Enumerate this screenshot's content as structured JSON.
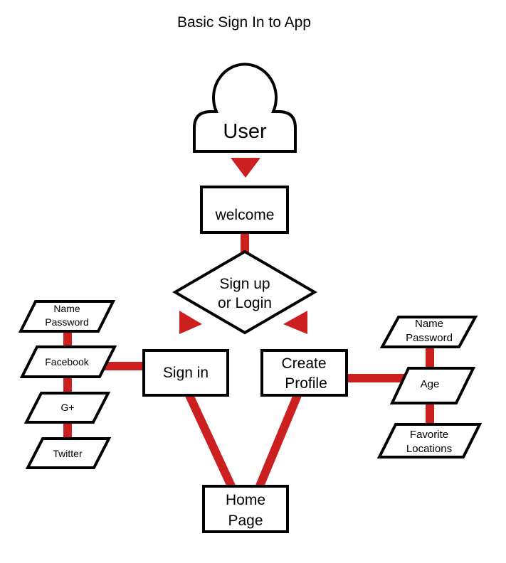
{
  "title": "Basic Sign In to App",
  "colors": {
    "connector": "#cc1f1f",
    "outline": "#000000",
    "fill": "#ffffff"
  },
  "nodes": {
    "user": "User",
    "welcome": "welcome",
    "decision": [
      "Sign up",
      "or Login"
    ],
    "sign_in": "Sign in",
    "create_profile": [
      "Create",
      "Profile"
    ],
    "home_page": [
      "Home",
      "Page"
    ]
  },
  "sign_in_options": [
    [
      "Name",
      "Password"
    ],
    [
      "Facebook"
    ],
    [
      "G+"
    ],
    [
      "Twitter"
    ]
  ],
  "profile_fields": [
    [
      "Name",
      "Password"
    ],
    [
      "Age"
    ],
    [
      "Favorite",
      "Locations"
    ]
  ],
  "icons": {
    "user": "person-silhouette-icon"
  }
}
